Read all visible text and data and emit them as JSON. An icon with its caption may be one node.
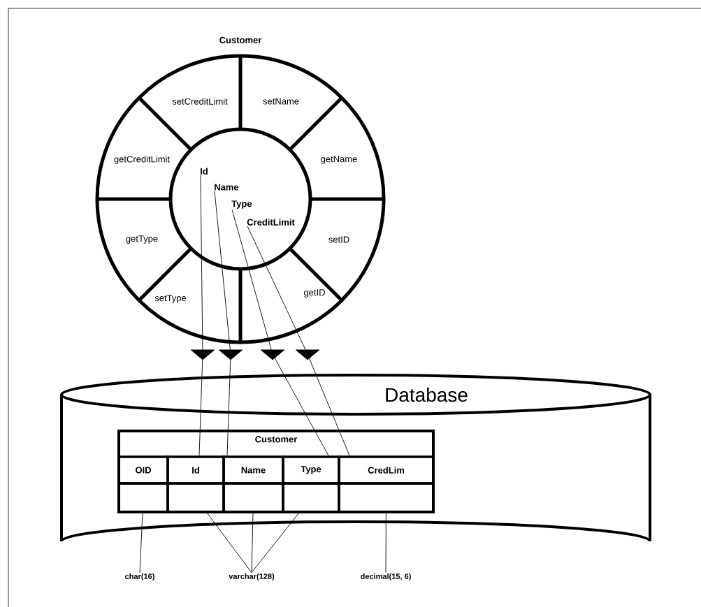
{
  "diagram": {
    "nodes": [
      {
        "text": [
          "Customer"
        ]
      },
      {
        "text": [
          "setCreditLimit"
        ],
        "in": 0
      },
      {
        "text": [
          "setName"
        ],
        "in": 0
      },
      {
        "text": [
          "getCreditLimit"
        ],
        "in": 0
      },
      {
        "text": [
          "getName"
        ],
        "in": 0
      },
      {
        "text": [
          "getType"
        ],
        "in": 0
      },
      {
        "text": [
          "setID"
        ],
        "in": 0
      },
      {
        "text": [
          "setType"
        ],
        "in": 0
      },
      {
        "text": [
          "getID"
        ],
        "in": 0
      },
      {
        "text": [],
        "shape": "circle",
        "in": 0
      },
      {
        "text": [
          "Id"
        ],
        "in": 9
      },
      {
        "text": [
          "Name"
        ],
        "in": 9
      },
      {
        "text": [
          "Type"
        ],
        "in": 9
      },
      {
        "text": [
          "CreditLimit"
        ],
        "in": 9
      },
      {
        "text": [
          "Database"
        ]
      },
      {
        "text": [
          "Customer"
        ],
        "in": 14
      },
      {
        "text": [
          "OID"
        ],
        "in": 15
      },
      {
        "text": [
          "Id"
        ],
        "in": 15
      },
      {
        "text": [
          "Name"
        ],
        "in": 15
      },
      {
        "text": [
          "Type"
        ],
        "in": 15
      },
      {
        "text": [
          "CredLim"
        ],
        "in": 15
      },
      {
        "text": [],
        "shape": "box",
        "in": 15
      },
      {
        "text": [],
        "shape": "box",
        "in": 15
      },
      {
        "text": [],
        "shape": "box",
        "in": 15
      },
      {
        "text": [],
        "shape": "box",
        "in": 15
      },
      {
        "text": [],
        "shape": "box",
        "in": 15
      },
      {
        "text": [
          "char(16)"
        ]
      },
      {
        "text": [
          "varchar(128)"
        ]
      },
      {
        "text": [
          "decimal(15, 6)"
        ]
      }
    ],
    "edges": [
      {
        "from": 10,
        "to": 17,
        "arrow": "to"
      },
      {
        "from": 11,
        "to": 18,
        "arrow": "to"
      },
      {
        "from": 12,
        "to": 19,
        "arrow": "to"
      },
      {
        "from": 13,
        "to": 20,
        "arrow": "to"
      },
      {
        "from": 26,
        "to": 21,
        "arrow": "none"
      },
      {
        "from": 27,
        "to": 22,
        "arrow": "none"
      },
      {
        "from": 27,
        "to": 23,
        "arrow": "none"
      },
      {
        "from": 27,
        "to": 24,
        "arrow": "none"
      },
      {
        "from": 28,
        "to": 25,
        "arrow": "none"
      }
    ]
  }
}
